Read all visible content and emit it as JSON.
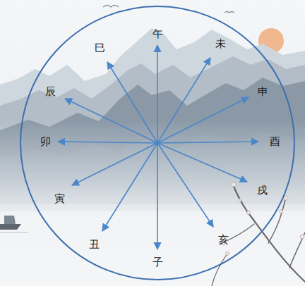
{
  "diagram": {
    "labels": [
      "午",
      "未",
      "申",
      "酉",
      "戌",
      "亥",
      "子",
      "丑",
      "寅",
      "卯",
      "辰",
      "巳"
    ]
  }
}
